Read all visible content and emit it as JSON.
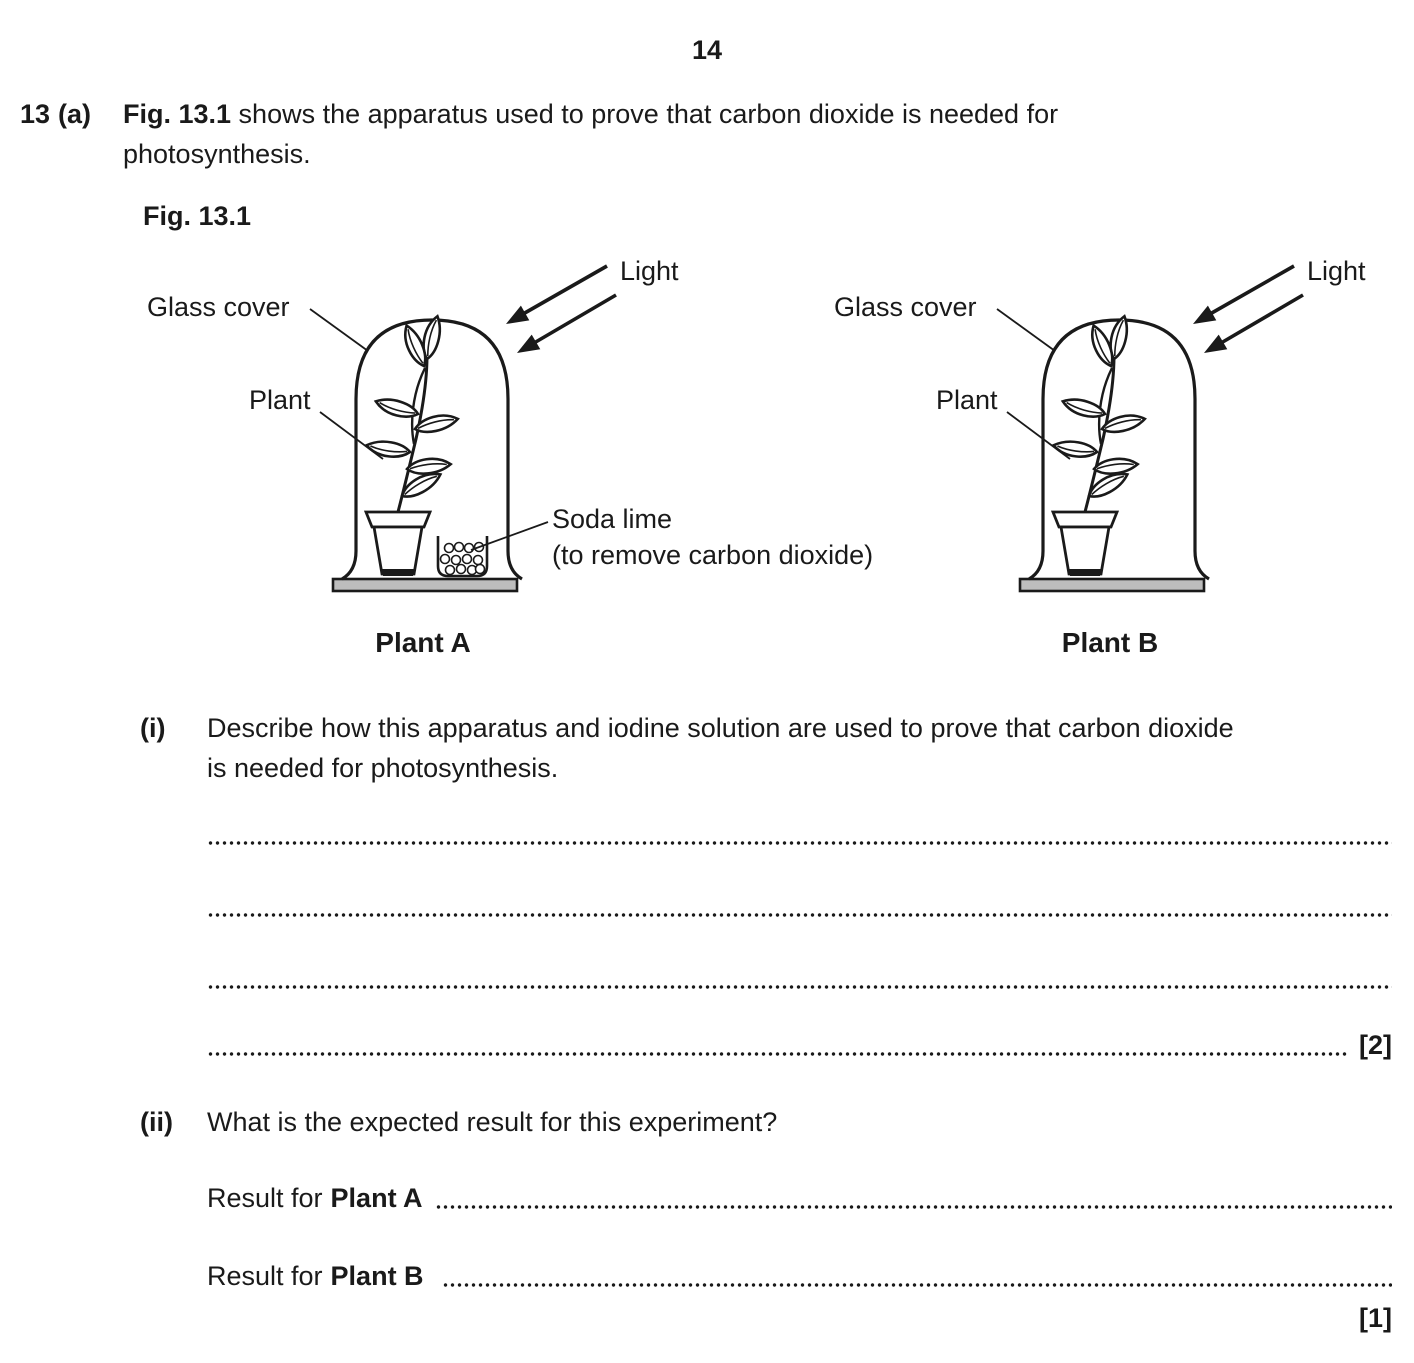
{
  "page": {
    "number": "14"
  },
  "question": {
    "number": "13",
    "part_label": "(a)",
    "intro_bold": "Fig. 13.1",
    "intro_line1_rest": " shows the apparatus used to prove that carbon dioxide is needed for",
    "intro_line2": "photosynthesis.",
    "fig_label": "Fig. 13.1"
  },
  "figure": {
    "plant_a": {
      "glass_cover_label": "Glass cover",
      "plant_label": "Plant",
      "light_label": "Light",
      "soda_lime_label_line1": "Soda lime",
      "soda_lime_label_line2": "(to remove carbon dioxide)",
      "caption": "Plant A"
    },
    "plant_b": {
      "glass_cover_label": "Glass cover",
      "plant_label": "Plant",
      "light_label": "Light",
      "caption": "Plant B"
    },
    "colors": {
      "line": "#1a1a1a",
      "base_fill": "#bdbdbd"
    }
  },
  "part_i": {
    "label": "(i)",
    "text_line1": "Describe how this apparatus and iodine solution are used to prove that carbon dioxide",
    "text_line2": "is needed for photosynthesis.",
    "marks": "[2]"
  },
  "part_ii": {
    "label": "(ii)",
    "text": "What is the expected result for this experiment?",
    "result_a_prefix": "Result for",
    "result_a_subject": "Plant A",
    "result_b_prefix": "Result for",
    "result_b_subject": "Plant B",
    "marks": "[1]"
  }
}
